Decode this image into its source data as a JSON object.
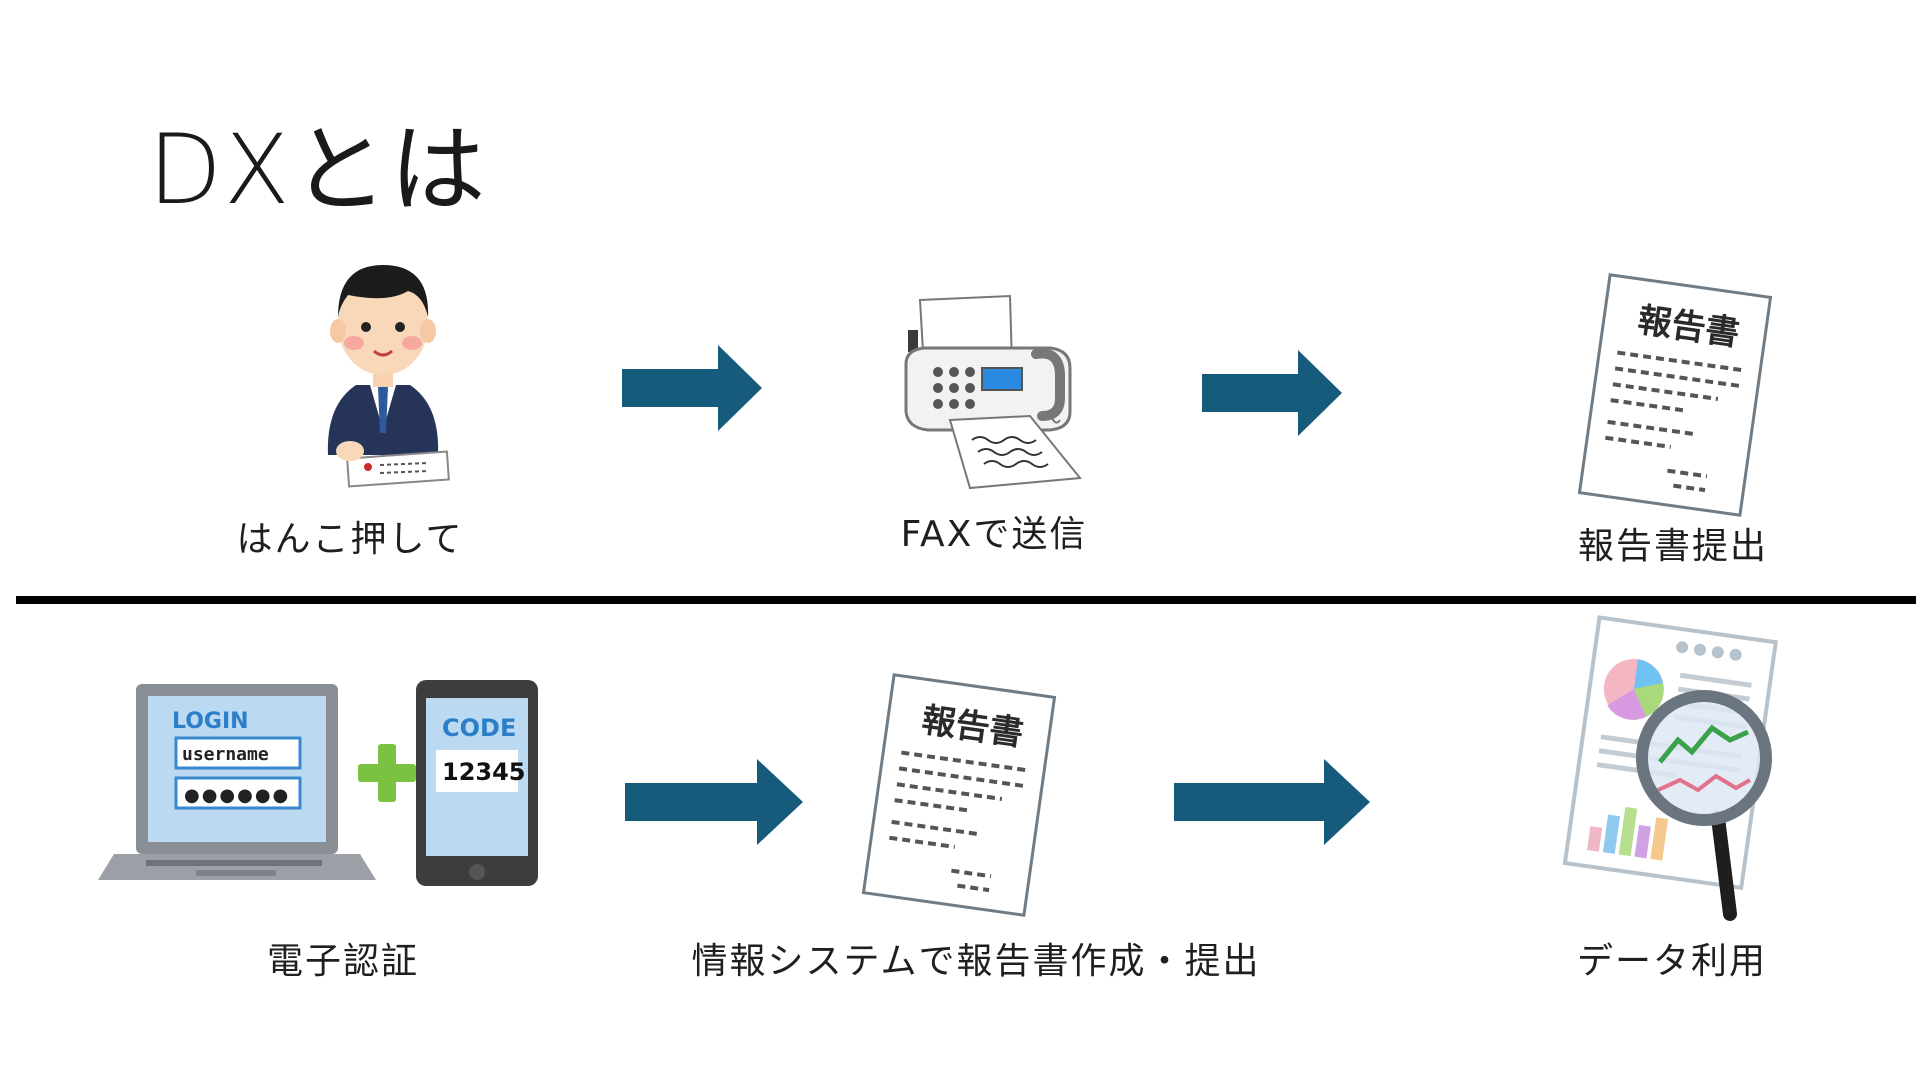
{
  "title": "DXとは",
  "colors": {
    "arrow": "#175b7c",
    "divider": "#000000"
  },
  "top_row": {
    "steps": [
      {
        "icon": "businessman-stamping-icon",
        "label": "はんこ押して"
      },
      {
        "icon": "fax-machine-icon",
        "label": "FAXで送信"
      },
      {
        "icon": "report-document-icon",
        "label": "報告書提出",
        "doc_title": "報告書"
      }
    ]
  },
  "bottom_row": {
    "steps": [
      {
        "icon": "two-factor-auth-icon",
        "label": "電子認証",
        "login_text": "LOGIN",
        "username_text": "username",
        "password_text": "●●●●●●",
        "code_text": "CODE",
        "code_value": "12345"
      },
      {
        "icon": "report-document-icon",
        "label": "情報システムで報告書作成・提出",
        "doc_title": "報告書"
      },
      {
        "icon": "data-analysis-icon",
        "label": "データ利用"
      }
    ]
  }
}
